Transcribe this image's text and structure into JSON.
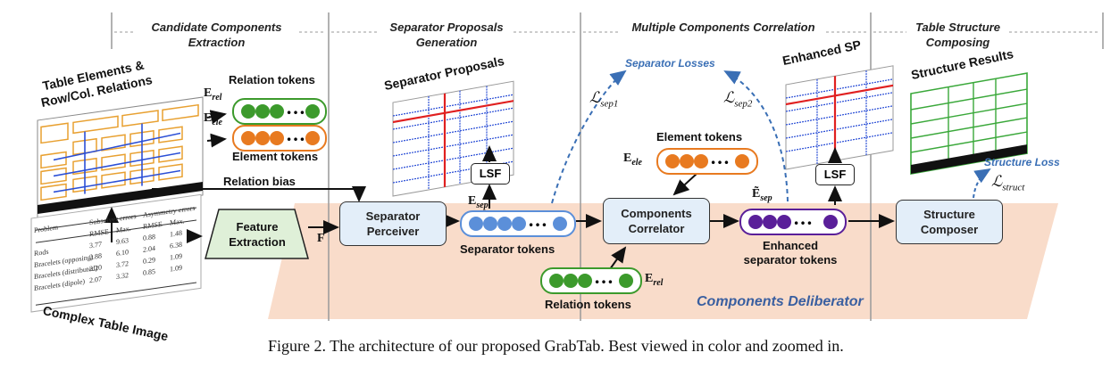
{
  "stages": [
    {
      "id": "s1",
      "text_line1": "Candidate Components",
      "text_line2": "Extraction"
    },
    {
      "id": "s2",
      "text_line1": "Separator Proposals",
      "text_line2": "Generation"
    },
    {
      "id": "s3",
      "text_line1": "Multiple Components Correlation",
      "text_line2": ""
    },
    {
      "id": "s4",
      "text_line1": "Table Structure",
      "text_line2": "Composing"
    }
  ],
  "boxes": {
    "feature_line1": "Feature",
    "feature_line2": "Extraction",
    "perceiver_line1": "Separator",
    "perceiver_line2": "Perceiver",
    "correlator_line1": "Components",
    "correlator_line2": "Correlator",
    "composer_line1": "Structure",
    "composer_line2": "Composer",
    "lsf1": "LSF",
    "lsf2": "LSF"
  },
  "labels": {
    "table_elements_line1": "Table Elements &",
    "table_elements_line2": "Row/Col. Relations",
    "relation_tokens_top": "Relation tokens",
    "element_tokens_top": "Element tokens",
    "relation_bias": "Relation bias",
    "complex_table_image": "Complex Table Image",
    "separator_proposals": "Separator Proposals",
    "separator_tokens": "Separator tokens",
    "relation_tokens_bottom": "Relation tokens",
    "element_tokens_mid": "Element tokens",
    "enhanced_line1": "Enhanced",
    "enhanced_line2": "separator tokens",
    "enhanced_sp": "Enhanced SP",
    "structure_results": "Structure Results",
    "components_deliberator": "Components Deliberator",
    "ellipsis": "…"
  },
  "math": {
    "e_rel": "E",
    "e_rel_sub": "rel",
    "e_ele": "E",
    "e_ele_sub": "ele",
    "e_sep": "E",
    "e_sep_sub": "sep",
    "e_tilde_sep": "Ẽ",
    "f": "F"
  },
  "losses": {
    "separator_losses": "Separator Losses",
    "structure_loss": "Structure Loss",
    "l_sep1": "ℒ",
    "l_sep1_sub": "sep1",
    "l_sep2": "ℒ",
    "l_sep2_sub": "sep2",
    "l_struct": "ℒ",
    "l_struct_sub": "struct"
  },
  "table_image": {
    "header_row1": [
      "Problem",
      "Subsolver errors",
      "Asymmetry errors"
    ],
    "header_row2": [
      "",
      "RMSE",
      "Max.",
      "RMSE",
      "Max."
    ],
    "rows": [
      [
        "Rods",
        "3.77",
        "9.63",
        "0.88",
        "1.48"
      ],
      [
        "Bracelets (opposing)",
        "2.88",
        "6.10",
        "2.04",
        "6.38"
      ],
      [
        "Bracelets (distributed)",
        "2.20",
        "3.72",
        "0.29",
        "1.09"
      ],
      [
        "Bracelets (dipole)",
        "2.07",
        "3.32",
        "0.85",
        "1.09"
      ]
    ]
  },
  "caption": "Figure 2. The architecture of our proposed GrabTab. Best viewed in color and zoomed in.",
  "colors": {
    "box_fill": "#e3eef9",
    "platform": "#f9dcca",
    "green_token": "#3c9a2c",
    "orange_token": "#e87a20",
    "blue_token": "#5b8fd9",
    "purple_token": "#5a1f99",
    "loss_blue": "#3a6fb5",
    "feature_fill": "#dff0d8"
  }
}
